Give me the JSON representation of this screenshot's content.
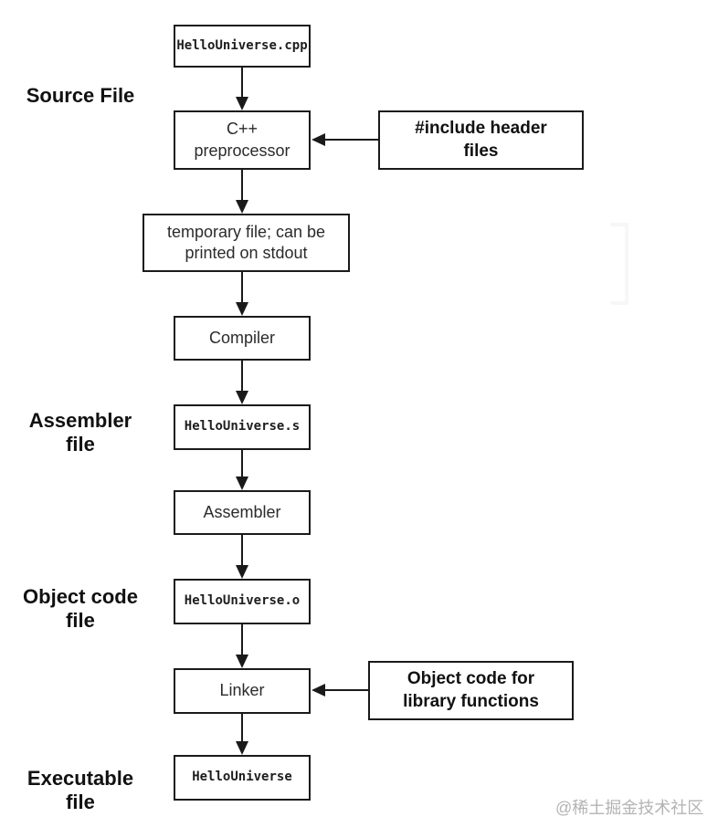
{
  "diagram": {
    "title_implied": "C++ compilation pipeline flowchart",
    "boxes": {
      "cpp_file": "HelloUniverse.cpp",
      "preprocessor": "C++\npreprocessor",
      "include_note": "#include header\nfiles",
      "temp_file": "temporary file; can be\nprinted on stdout",
      "compiler": "Compiler",
      "asm_file": "HelloUniverse.s",
      "assembler": "Assembler",
      "obj_file": "HelloUniverse.o",
      "linker": "Linker",
      "lib_note": "Object code for\nlibrary functions",
      "exe_file": "HelloUniverse"
    },
    "side_labels": {
      "source": "Source File",
      "assembler": "Assembler\nfile",
      "object": "Object code\nfile",
      "executable": "Executable\nfile"
    },
    "watermark": "@稀土掘金技术社区",
    "colors": {
      "border": "#1a1a1a",
      "text": "#111111",
      "box_text": "#2b2b2b",
      "watermark": "#b3b3b3",
      "background": "#ffffff"
    }
  }
}
